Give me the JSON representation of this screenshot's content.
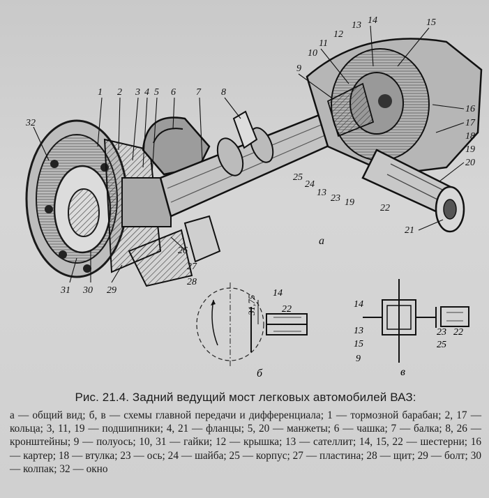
{
  "figure": {
    "main_view": {
      "part_numbers": [
        "1",
        "2",
        "3",
        "4",
        "5",
        "6",
        "7",
        "8",
        "9",
        "10",
        "11",
        "12",
        "13",
        "14",
        "15",
        "16",
        "17",
        "18",
        "19",
        "20",
        "21",
        "22",
        "23",
        "24",
        "25",
        "26",
        "27",
        "28",
        "29",
        "30",
        "31",
        "32"
      ],
      "lower_numbers": [
        "25",
        "24",
        "13",
        "23",
        "19",
        "22"
      ],
      "view_letter": "а"
    },
    "scheme_b": {
      "dimension": "31,75",
      "labels": [
        "14",
        "22"
      ],
      "view_letter": "б"
    },
    "scheme_v": {
      "labels_left": [
        "14",
        "13",
        "15",
        "9"
      ],
      "labels_right": [
        "23",
        "22",
        "25"
      ],
      "view_letter": "в"
    }
  },
  "caption": {
    "title": "Рис. 21.4. Задний ведущий мост легковых автомобилей ВАЗ:",
    "legend": "а — общий вид; б, в — схемы главной передачи и дифференциала; 1 — тормозной барабан; 2, 17 — кольца; 3, 11, 19 — подшипники; 4, 21 — фланцы; 5, 20 — манжеты; 6 — чашка; 7 — балка; 8, 26 — кронштейны; 9 — полуось; 10, 31 — гайки; 12 — крышка; 13 — сателлит; 14, 15, 22 — шестерни; 16 — картер; 18 — втулка; 23 — ось; 24 — шайба; 25 — корпус; 27 — пластина; 28 — щит; 29 — болт; 30 — колпак; 32 — окно"
  }
}
